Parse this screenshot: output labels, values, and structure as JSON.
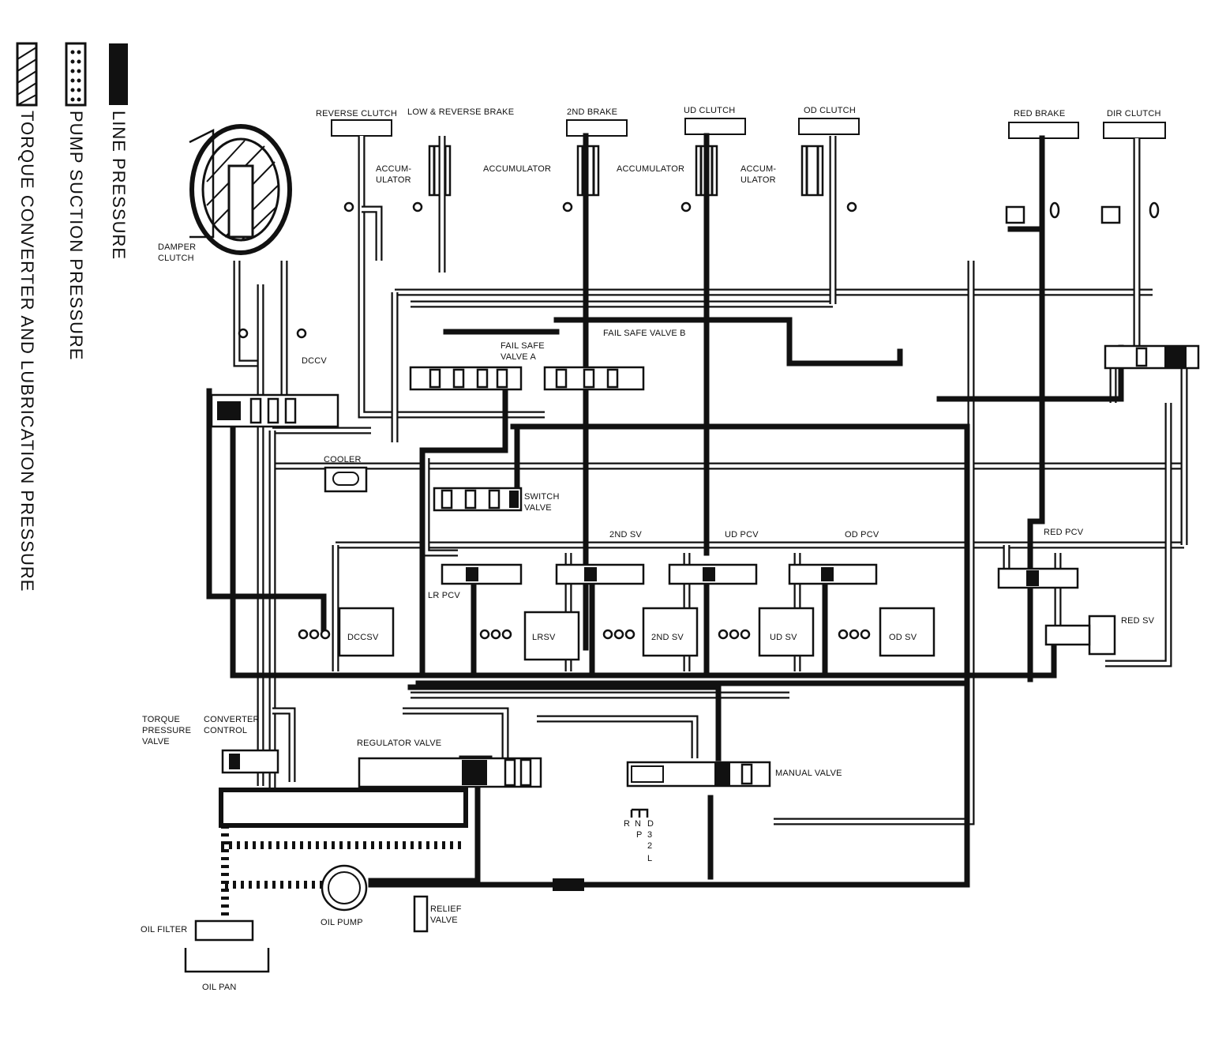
{
  "legend": {
    "line_pressure": "LINE PRESSURE",
    "pump_suction": "PUMP SUCTION PRESSURE",
    "torque_converter": "TORQUE CONVERTER AND LUBRICATION PRESSURE"
  },
  "top_components": {
    "reverse_clutch": "REVERSE CLUTCH",
    "low_reverse_brake": "LOW & REVERSE BRAKE",
    "second_brake": "2ND BRAKE",
    "ud_clutch": "UD CLUTCH",
    "od_clutch": "OD CLUTCH",
    "red_brake": "RED BRAKE",
    "dir_clutch": "DIR CLUTCH"
  },
  "accumulators": {
    "accum_1_line1": "ACCUM-",
    "accum_1_line2": "ULATOR",
    "accum_2": "ACCUMULATOR",
    "accum_3": "ACCUMULATOR",
    "accum_4_line1": "ACCUM-",
    "accum_4_line2": "ULATOR"
  },
  "valves": {
    "damper_clutch_1": "DAMPER",
    "damper_clutch_2": "CLUTCH",
    "dccv": "DCCV",
    "cooler": "COOLER",
    "fail_safe_a_1": "FAIL SAFE",
    "fail_safe_a_2": "VALVE A",
    "fail_safe_b": "FAIL SAFE VALVE B",
    "switch_valve_1": "SWITCH",
    "switch_valve_2": "VALVE",
    "second_sv_top": "2ND SV",
    "ud_pcv": "UD PCV",
    "od_pcv": "OD PCV",
    "red_pcv": "RED PCV",
    "lr_pcv": "LR PCV",
    "dccsv": "DCCSV",
    "lrsv": "LRSV",
    "second_sv": "2ND SV",
    "ud_sv": "UD SV",
    "od_sv": "OD SV",
    "red_sv": "RED SV",
    "torque_1": "TORQUE",
    "torque_2": "PRESSURE",
    "torque_3": "VALVE",
    "converter_1": "CONVERTER",
    "converter_2": "CONTROL",
    "regulator_valve": "REGULATOR VALVE",
    "manual_valve": "MANUAL VALVE",
    "oil_filter": "OIL FILTER",
    "oil_pan": "OIL PAN",
    "oil_pump": "OIL PUMP",
    "relief_1": "RELIEF",
    "relief_2": "VALVE"
  },
  "shift_positions": {
    "r": "R",
    "n": "N",
    "p": "P",
    "d": "D",
    "three": "3",
    "two": "2",
    "l": "L"
  }
}
